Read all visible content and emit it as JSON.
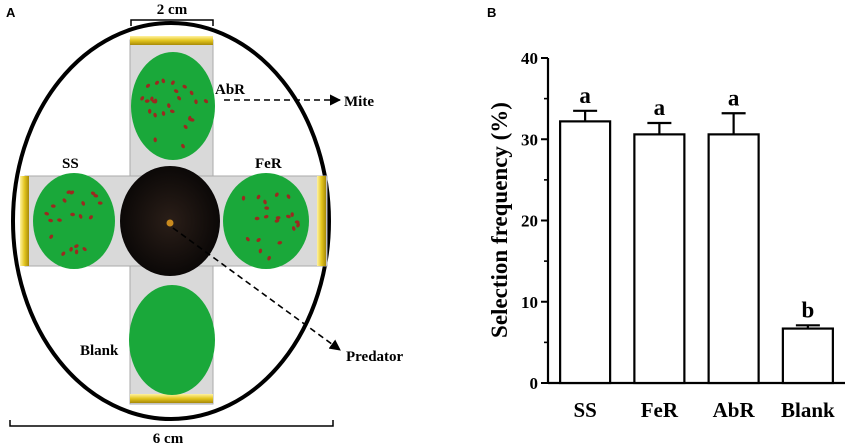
{
  "panel_a": {
    "label": "A",
    "width_label": "2 cm",
    "diameter_label": "6 cm",
    "arms": {
      "top": "AbR",
      "left": "SS",
      "right": "FeR",
      "bottom": "Blank"
    },
    "mite_label": "Mite",
    "predator_label": "Predator",
    "colors": {
      "leaf": "#1aa83a",
      "center": "#1a1310",
      "arm": "#d9d9d9",
      "rim": "#e3c51e",
      "mite": "#9b2a1f"
    }
  },
  "panel_b": {
    "label": "B"
  },
  "chart_data": {
    "type": "bar",
    "categories": [
      "SS",
      "FeR",
      "AbR",
      "Blank"
    ],
    "values": [
      32.2,
      30.6,
      30.6,
      6.7
    ],
    "errors": [
      1.3,
      1.4,
      2.6,
      0.4
    ],
    "significance": [
      "a",
      "a",
      "a",
      "b"
    ],
    "ylabel": "Selection frequency (%)",
    "xlabel": "",
    "ylim": [
      0,
      40
    ],
    "yticks": [
      0,
      10,
      20,
      30,
      40
    ],
    "grid": false
  }
}
